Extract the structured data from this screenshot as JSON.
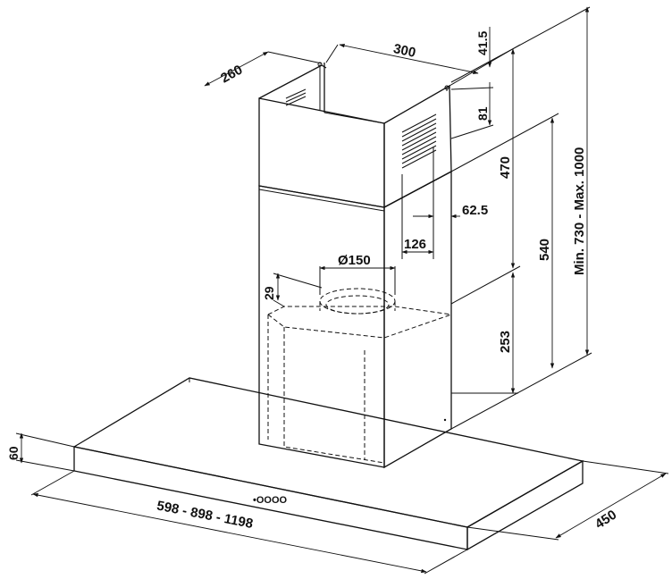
{
  "dimensions": {
    "chimney_depth": "260",
    "chimney_width": "300",
    "top_offset": "41.5",
    "bracket_offset": "81",
    "upper_chimney_height": "470",
    "outlet_offset": "62.5",
    "outlet_width": "126",
    "duct_diameter": "Ø150",
    "collar_height": "29",
    "motor_height": "253",
    "lower_chimney_height": "540",
    "total_height": "Min. 730 - Max. 1000",
    "canopy_height": "60",
    "canopy_widths": "598 - 898 - 1198",
    "canopy_depth": "450"
  },
  "controls": {
    "label": "•OOOO"
  }
}
